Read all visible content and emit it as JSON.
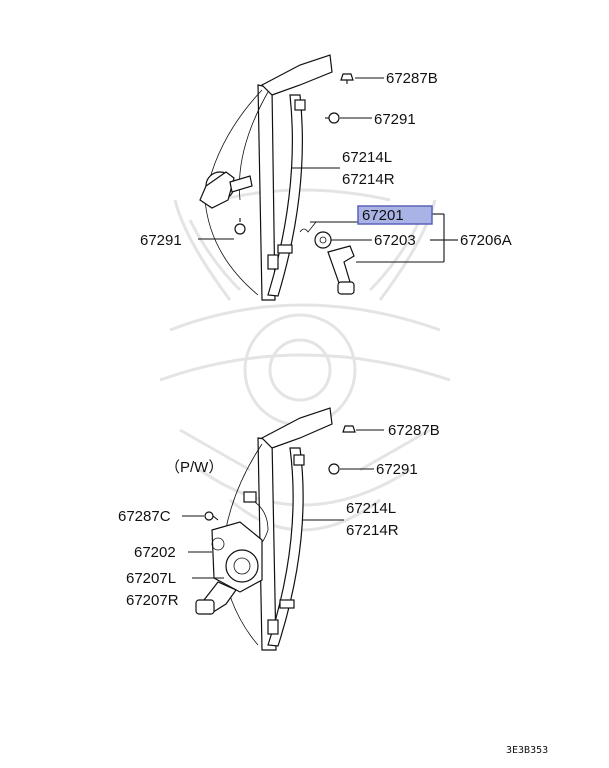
{
  "labels": {
    "l67287B_1": "67287B",
    "l67291_1": "67291",
    "l67214L_1": "67214L",
    "l67214R_1": "67214R",
    "l67201": "67201",
    "l67203": "67203",
    "l67206A": "67206A",
    "l67291_2": "67291",
    "pw": "（P/W）",
    "l67287B_2": "67287B",
    "l67291_3": "67291",
    "l67214L_2": "67214L",
    "l67214R_2": "67214R",
    "l67287C": "67287C",
    "l67202": "67202",
    "l67207L": "67207L",
    "l67207R": "67207R"
  },
  "diagram_code": "3E3B353",
  "colors": {
    "highlight_fill": "#a9b3e6",
    "highlight_stroke": "#5a63b8",
    "line": "#111111",
    "watermark": "#e4e4e4"
  }
}
